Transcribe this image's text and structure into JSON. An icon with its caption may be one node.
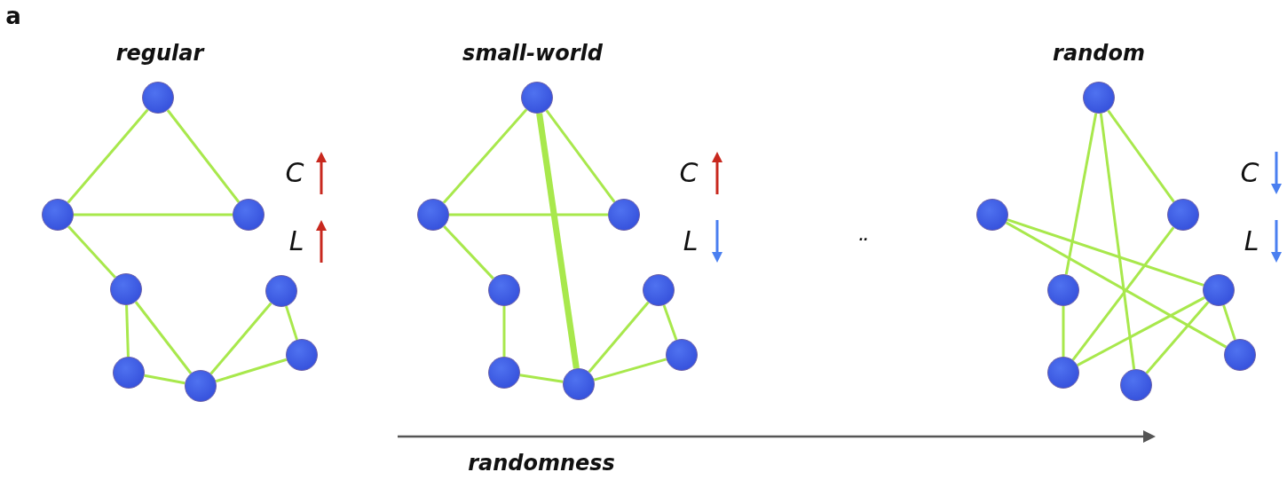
{
  "diagram": {
    "nodes": [
      {
        "text": [],
        "shape": "circle"
      },
      {
        "text": [],
        "shape": "circle"
      },
      {
        "text": [],
        "shape": "circle"
      },
      {
        "text": [],
        "shape": "circle"
      },
      {
        "text": [],
        "shape": "circle"
      },
      {
        "text": [],
        "shape": "circle"
      },
      {
        "text": [],
        "shape": "circle"
      },
      {
        "text": [],
        "shape": "circle"
      },
      {
        "text": [],
        "shape": "circle"
      },
      {
        "text": [],
        "shape": "circle"
      },
      {
        "text": [],
        "shape": "circle"
      },
      {
        "text": [],
        "shape": "circle"
      },
      {
        "text": [],
        "shape": "circle"
      },
      {
        "text": [],
        "shape": "circle"
      },
      {
        "text": [],
        "shape": "circle"
      },
      {
        "text": [],
        "shape": "circle"
      },
      {
        "text": [],
        "shape": "circle"
      },
      {
        "text": [],
        "shape": "circle"
      },
      {
        "text": [],
        "shape": "circle"
      },
      {
        "text": [],
        "shape": "circle"
      },
      {
        "text": [],
        "shape": "circle"
      },
      {
        "text": [],
        "shape": "circle"
      },
      {
        "text": [],
        "shape": "circle"
      },
      {
        "text": [],
        "shape": "circle"
      }
    ],
    "edges": [
      {
        "from": 0,
        "to": 1,
        "arrow": "none"
      },
      {
        "from": 0,
        "to": 2,
        "arrow": "none"
      },
      {
        "from": 1,
        "to": 2,
        "arrow": "none"
      },
      {
        "from": 1,
        "to": 3,
        "arrow": "none"
      },
      {
        "from": 3,
        "to": 5,
        "arrow": "none"
      },
      {
        "from": 3,
        "to": 6,
        "arrow": "none"
      },
      {
        "from": 5,
        "to": 6,
        "arrow": "none"
      },
      {
        "from": 6,
        "to": 4,
        "arrow": "none"
      },
      {
        "from": 4,
        "to": 7,
        "arrow": "none"
      },
      {
        "from": 6,
        "to": 7,
        "arrow": "none"
      },
      {
        "from": 8,
        "to": 9,
        "arrow": "none"
      },
      {
        "from": 8,
        "to": 10,
        "arrow": "none"
      },
      {
        "from": 8,
        "to": 14,
        "arrow": "none",
        "style": "thick"
      },
      {
        "from": 9,
        "to": 10,
        "arrow": "none"
      },
      {
        "from": 9,
        "to": 11,
        "arrow": "none"
      },
      {
        "from": 11,
        "to": 13,
        "arrow": "none"
      },
      {
        "from": 13,
        "to": 14,
        "arrow": "none"
      },
      {
        "from": 14,
        "to": 12,
        "arrow": "none"
      },
      {
        "from": 12,
        "to": 15,
        "arrow": "none"
      },
      {
        "from": 14,
        "to": 15,
        "arrow": "none"
      },
      {
        "from": 16,
        "to": 19,
        "arrow": "none"
      },
      {
        "from": 16,
        "to": 22,
        "arrow": "none"
      },
      {
        "from": 16,
        "to": 18,
        "arrow": "none"
      },
      {
        "from": 17,
        "to": 20,
        "arrow": "none"
      },
      {
        "from": 17,
        "to": 23,
        "arrow": "none"
      },
      {
        "from": 18,
        "to": 21,
        "arrow": "none"
      },
      {
        "from": 19,
        "to": 21,
        "arrow": "none"
      },
      {
        "from": 20,
        "to": 21,
        "arrow": "none"
      },
      {
        "from": 20,
        "to": 22,
        "arrow": "none"
      },
      {
        "from": 20,
        "to": 23,
        "arrow": "none"
      }
    ],
    "labels": [
      "a",
      "regular",
      "small-world",
      "random",
      "C",
      "L",
      "C",
      "L",
      "..",
      "C",
      "L",
      "randomness"
    ]
  }
}
